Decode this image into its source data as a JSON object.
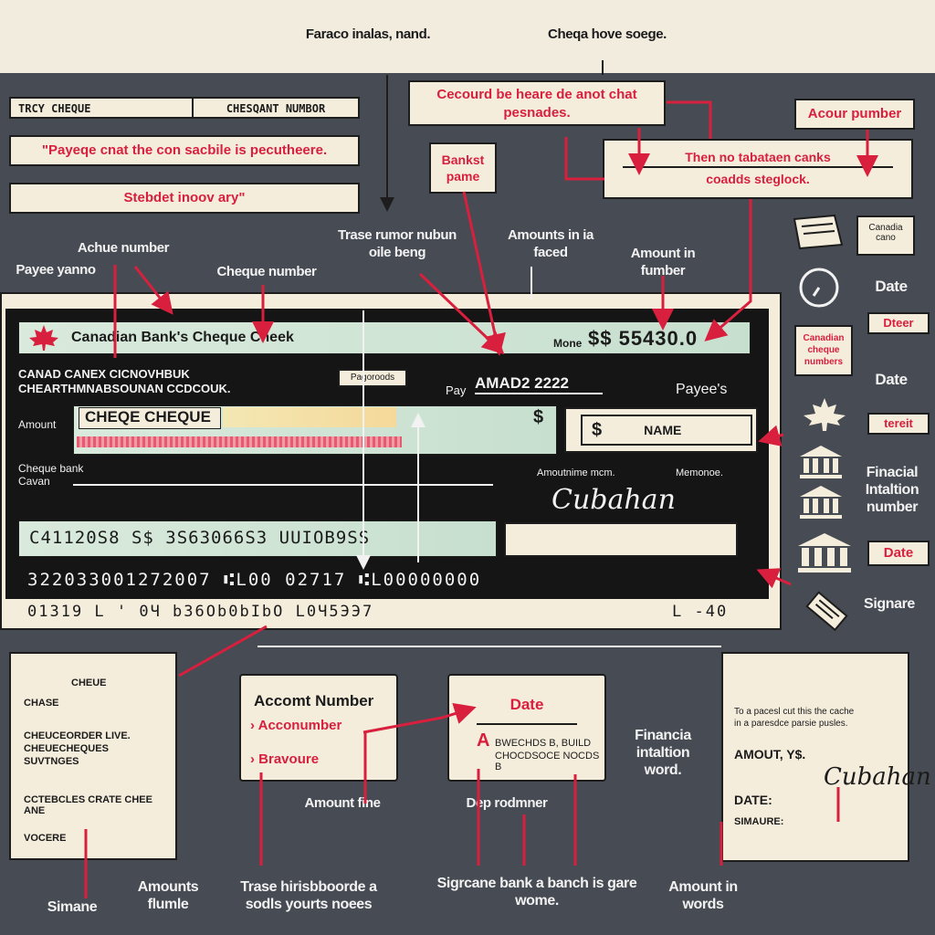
{
  "top_labels": {
    "left": "Faraco inalas, nand.",
    "right": "Cheqa hove soege."
  },
  "top_panel": {
    "tab_left": "TRCY CHEQUE",
    "tab_right": "CHESQANT NUMBOR",
    "red_note": "\"Payeqe cnat the con sacbile is pecutheere.",
    "stebdet": "Stebdet inoov ary\"",
    "cecourd": "Cecourd be heare de anot chat pesnades.",
    "bankst": "Bankst pame",
    "then_no": "Then no tabataen canks",
    "coadds": "coadds steglock.",
    "acour": "Acour pumber"
  },
  "mid_labels": {
    "achue": "Achue number",
    "payee_yanno": "Payee yanno",
    "cheque_number": "Cheque number",
    "trase": "Trase rumor nubun oile beng",
    "amounts": "Amounts in ia faced",
    "amount_in": "Amount in fumber"
  },
  "cheque": {
    "bank_name": "Canadian Bank's Cheque Cheek",
    "amount_label": "Mone",
    "amount": "$$ 55430.0",
    "addr1": "CANAD CANEX CICNOVHBUK",
    "addr2": "CHEARTHMNABSOUNAN CCDCOUK.",
    "small_box": "Pagoroods",
    "pay_label": "Pay",
    "date": "AMAD2  2222",
    "payees": "Payee's",
    "amount_word": "Amount",
    "cheque_word": "CHEQE CHEQUE",
    "dollar": "$",
    "name_dollar": "$",
    "name": "NAME",
    "cheque_bank": "Cheque bank",
    "cheque_bank2": "Cavan",
    "amount_label2": "Amoutnime mcm.",
    "memo": "Memonoe.",
    "sig": "Cubahan",
    "micr1": "C41120S8  S$ 3S63066S3  UUIOB9SS",
    "micr2": "322033001272007  ⑆L00  02717  ⑆L00000000",
    "micr3": "01319  L  ' 0Ч  b36Ob0bIbO  L0Ч5ЭЭ7",
    "micr3b": "L  -40"
  },
  "right_icons": [
    {
      "label": "Canadia cano",
      "text": ""
    },
    {
      "label": "Date",
      "text": "Date"
    },
    {
      "label": "Dteer",
      "text": "Dteer"
    },
    {
      "label": "Canadian cheque numbers",
      "text": ""
    },
    {
      "label": "Date",
      "text": "Date"
    },
    {
      "label": "tereit",
      "text": "tereit"
    },
    {
      "label": "Finacial Intaltion number",
      "text": ""
    },
    {
      "label": "Date",
      "text": "Date"
    },
    {
      "label": "Signare",
      "text": "Signare"
    }
  ],
  "right_texts": {
    "canadia": "Canadia cano",
    "date1": "Date",
    "dteer": "Dteer",
    "canadian_box": "Canadian cheque numbers",
    "date2": "Date",
    "tereit": "tereit",
    "financial": "Finacial Intaltion number",
    "date3": "Date",
    "signare": "Signare"
  },
  "bottom": {
    "left_box": {
      "l1": "CHEUE",
      "l2": "CHASE",
      "l3": "CHEUCEORDER LIVE.",
      "l4": "CHEUECHEQUES",
      "l5": "SUVTNGES",
      "l6": "CCTEBCLES CRATE CHEE ANE",
      "l7": "VOCERE"
    },
    "acct_box": {
      "title": "Accomt Number",
      "item1": "Acconumber",
      "item2": "Bravoure"
    },
    "date_box": {
      "title": "Date",
      "l1": "BWECHDS B, BUILD",
      "l2": "CHOCDSOCE NOCDS B"
    },
    "finance": "Financia intaltion word.",
    "right_box": {
      "l1": "To a pacesl cut this the cache",
      "l2": "in a paresdce parsie pusles.",
      "amount": "AMOUT, Y$.",
      "date": "DATE:",
      "sign": "SIMAURE:"
    },
    "amount_fine": "Amount fine",
    "dep_num": "Dep rodmner"
  },
  "footer": {
    "simane": "Simane",
    "amounts_flumle": "Amounts flumle",
    "trase": "Trase hirisbboorde a sodls yourts noees",
    "signbank": "Sigrcane bank a banch is gare wome.",
    "amount_words": "Amount in words"
  },
  "colors": {
    "accent": "#d8203e",
    "dark_panel": "#474b53",
    "paper": "#f4eddc",
    "cheque_green": "#d9eadc"
  }
}
